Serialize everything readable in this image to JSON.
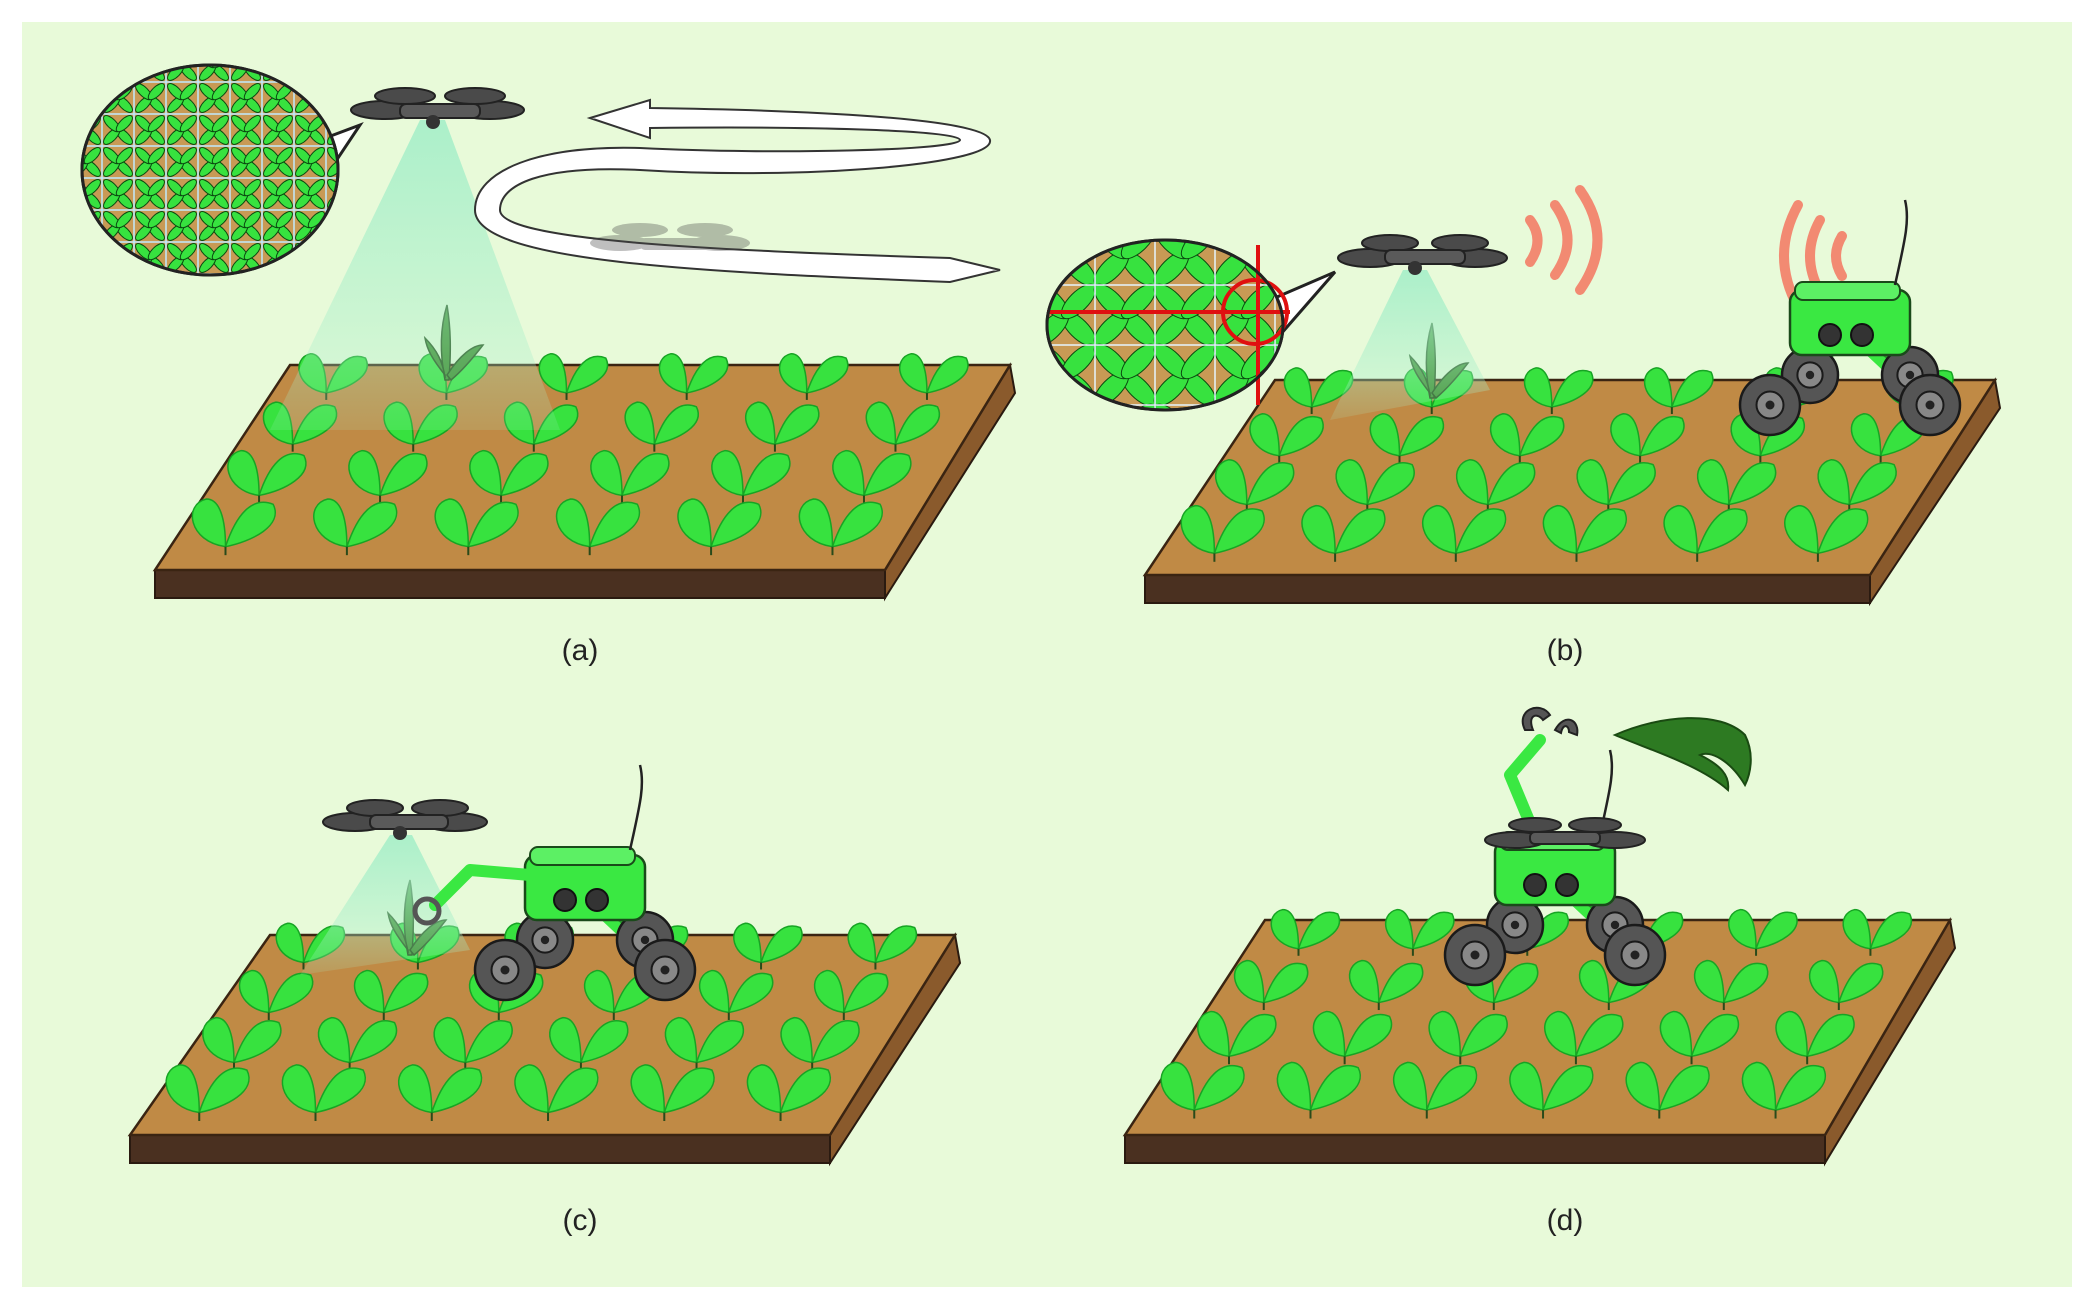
{
  "panels": [
    {
      "label": "(a)",
      "robot": false,
      "drone": "scan",
      "zoom": "grid",
      "signals": false,
      "arm_active": false
    },
    {
      "label": "(b)",
      "robot": true,
      "drone": "locate",
      "zoom": "target",
      "signals": true,
      "arm_active": false
    },
    {
      "label": "(c)",
      "robot": true,
      "drone": "guide",
      "zoom": "none",
      "signals": false,
      "arm_active": true
    },
    {
      "label": "(d)",
      "robot": true,
      "drone": "carried",
      "zoom": "none",
      "signals": false,
      "arm_active": true
    }
  ],
  "colors": {
    "background": "#e8fad9",
    "soil": "#c08a45",
    "soil_dark": "#4a3020",
    "plant": "#37e23f",
    "plant_dark": "#17a424",
    "weed": "#3b8a2a",
    "robot": "#3ae842",
    "wheel": "#555555",
    "drone": "#4a4a4a",
    "scan_beam": "#9be9c4",
    "signal": "#f28a72",
    "crosshair": "#e01010",
    "flight_path": "#ffffff"
  },
  "icons": [
    "quadcopter-drone-icon",
    "ground-robot-icon",
    "crop-plant-icon",
    "weed-icon",
    "signal-wave-icon",
    "crosshair-icon",
    "flight-path-arrow-icon",
    "gripper-icon"
  ]
}
